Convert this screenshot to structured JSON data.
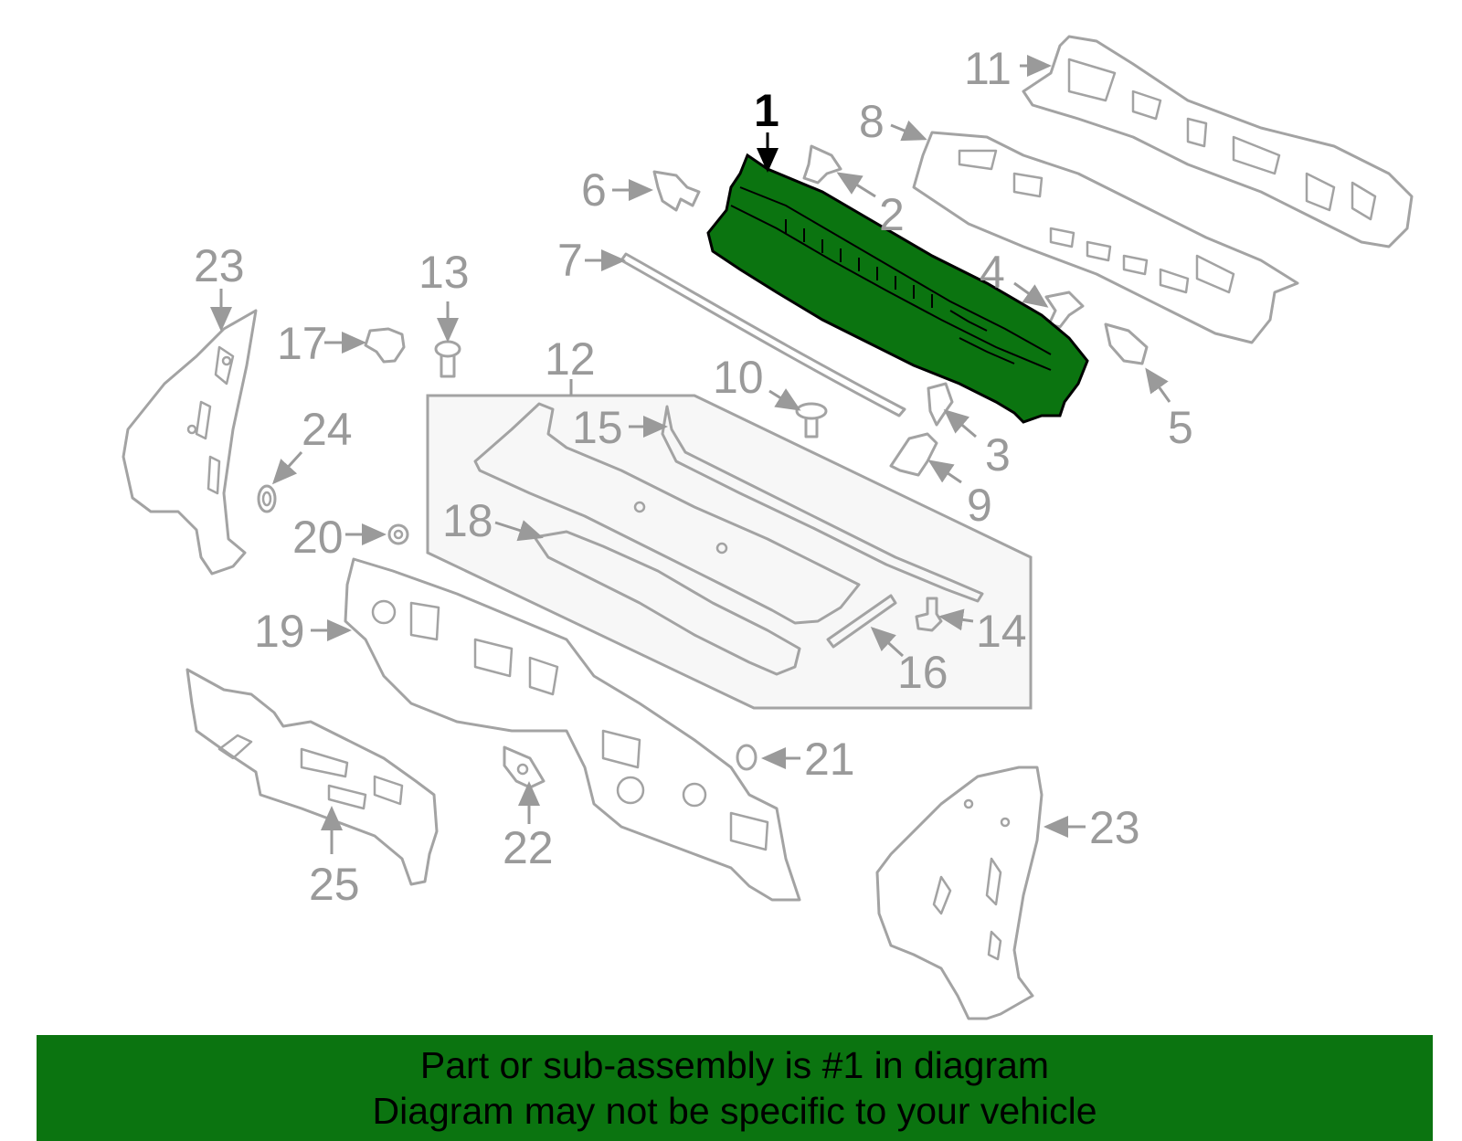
{
  "diagram": {
    "highlighted_part": "1",
    "highlight_color": "#0b7410",
    "outline_color": "#a3a3a3",
    "callouts": {
      "c1": "1",
      "c2": "2",
      "c3": "3",
      "c4": "4",
      "c5": "5",
      "c6": "6",
      "c7": "7",
      "c8": "8",
      "c9": "9",
      "c10": "10",
      "c11": "11",
      "c12": "12",
      "c13": "13",
      "c14": "14",
      "c15": "15",
      "c16": "16",
      "c17": "17",
      "c18": "18",
      "c19": "19",
      "c20": "20",
      "c21": "21",
      "c22": "22",
      "c23a": "23",
      "c23b": "23",
      "c24": "24",
      "c25": "25"
    }
  },
  "banner": {
    "line1": "Part or sub-assembly is #1 in diagram",
    "line2": "Diagram may not be specific to your vehicle",
    "background": "#0b7410"
  }
}
